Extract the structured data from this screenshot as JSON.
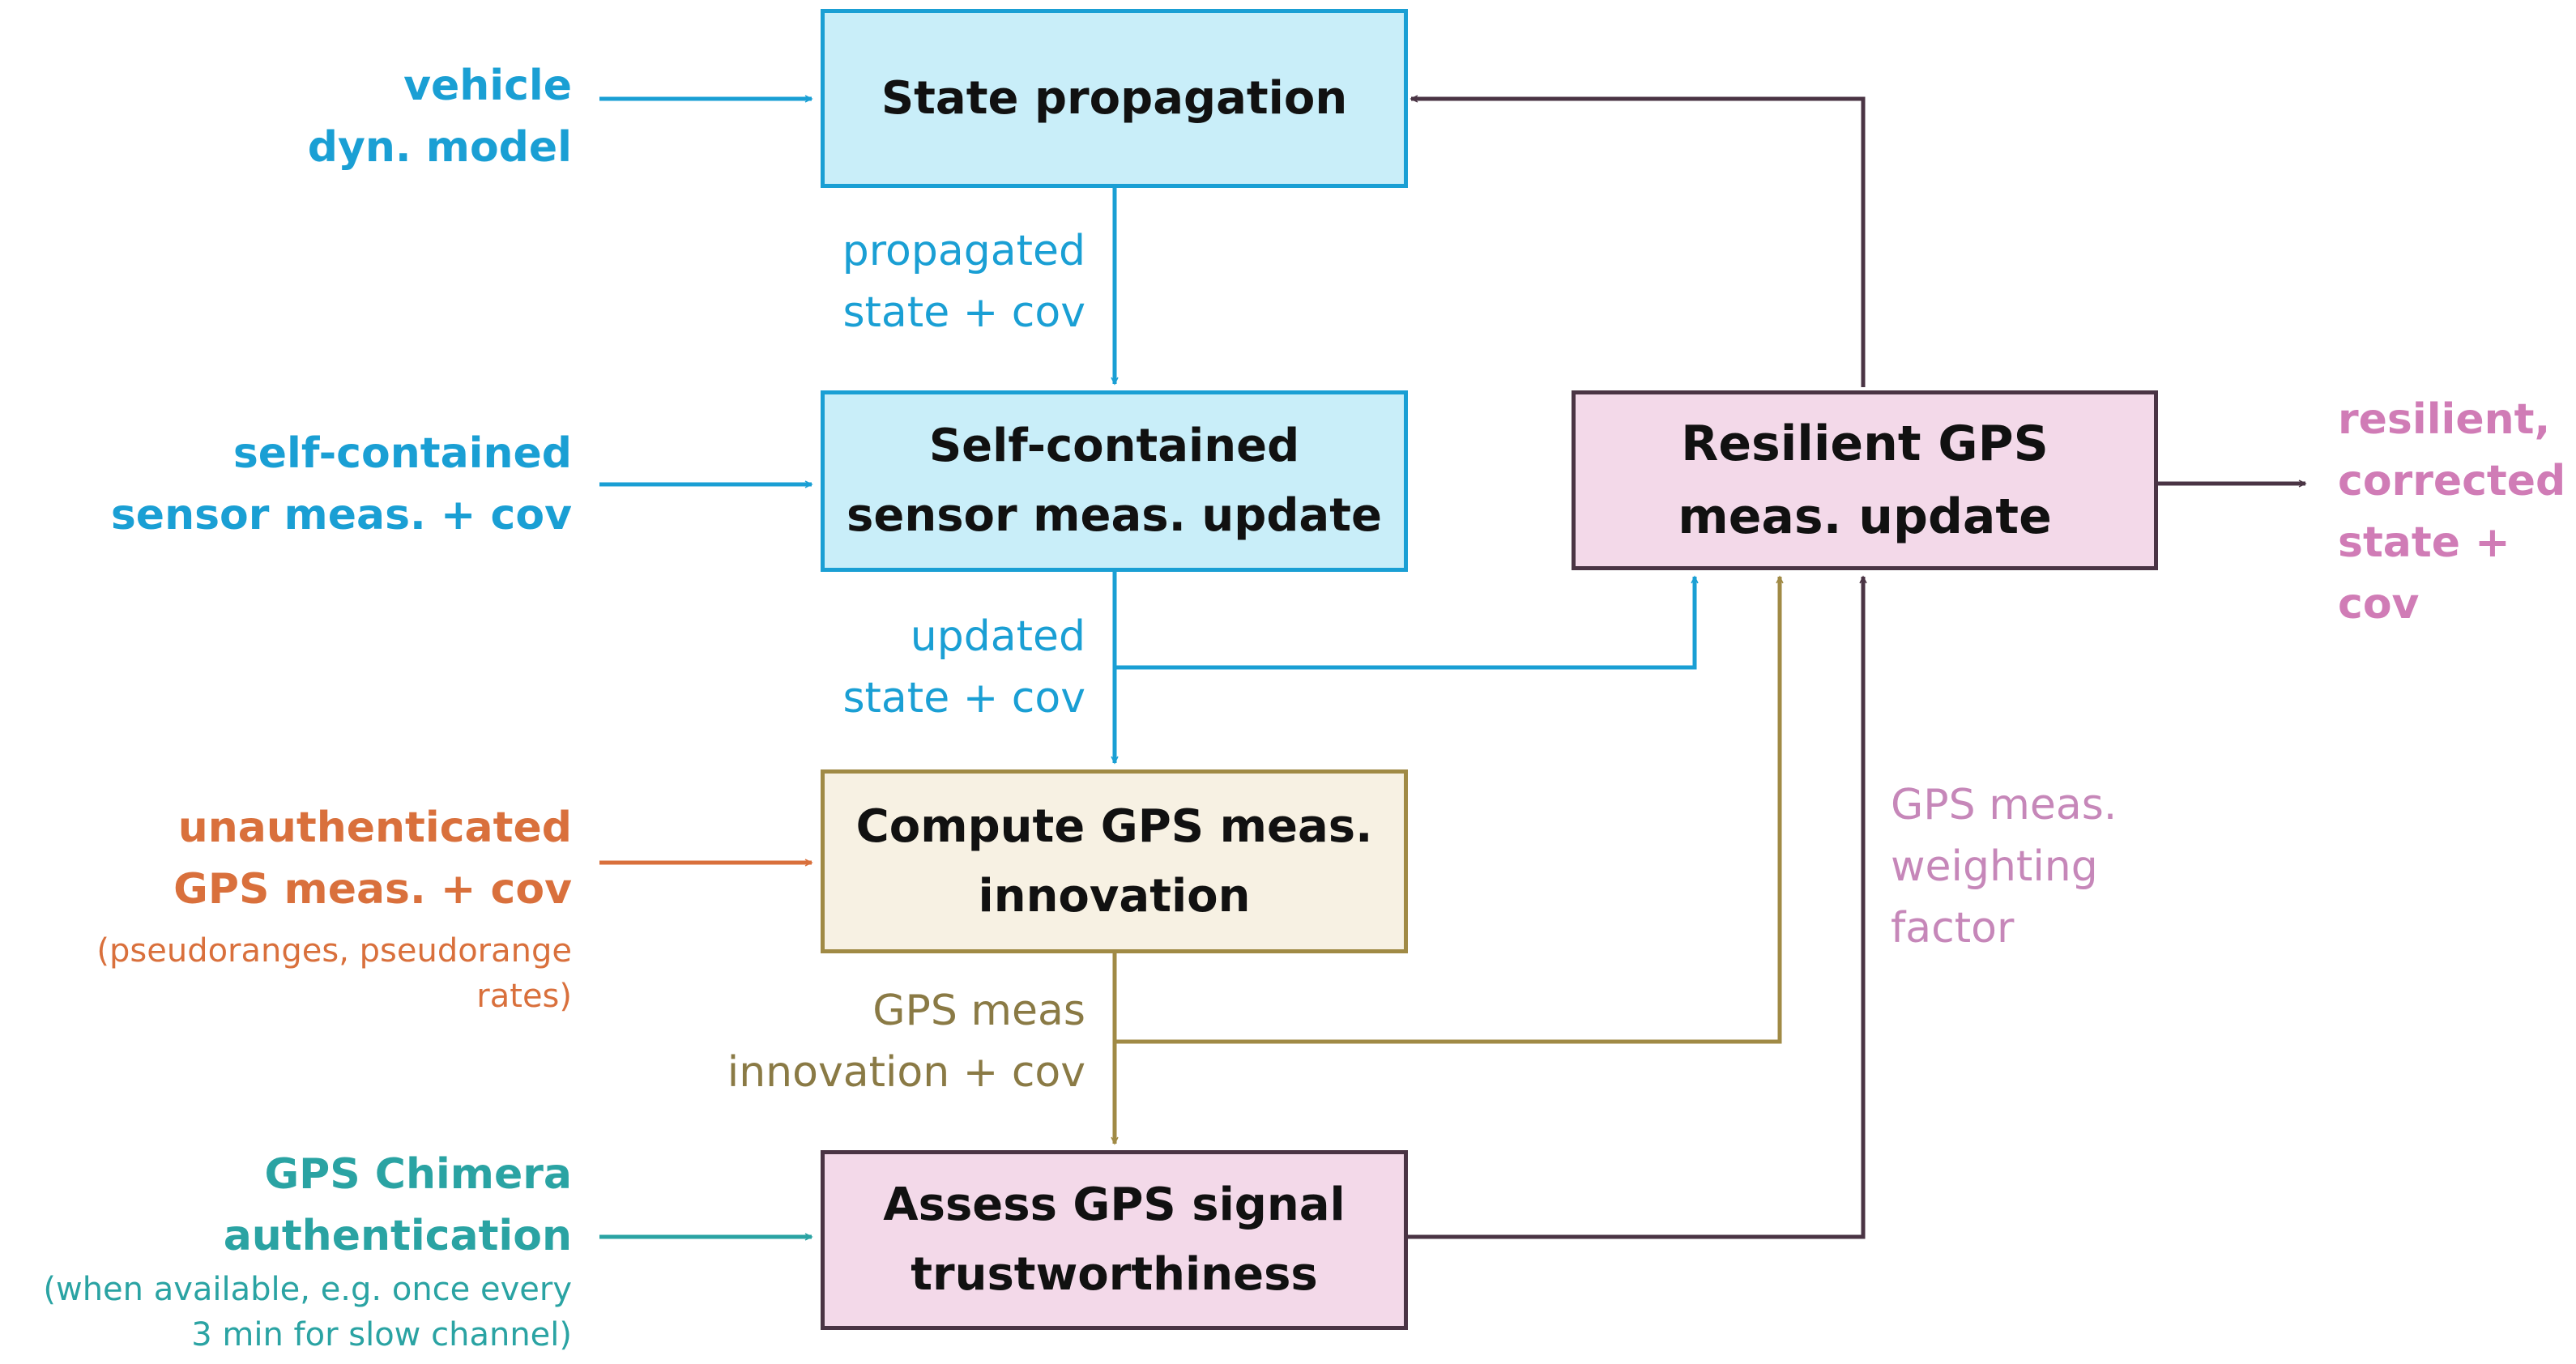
{
  "colors": {
    "blue": "#1a9fd4",
    "orange": "#d9703c",
    "teal": "#2aa3a3",
    "olive": "#a08a45",
    "pink": "#d07cb6",
    "dark": "#4a3444",
    "box_blue_fill": "#c9eef9",
    "box_tan_fill": "#f7f1e3",
    "box_pink_fill": "#f3d9e9"
  },
  "boxes": {
    "state_propagation": "State propagation",
    "sensor_update": "Self-contained\nsensor meas. update",
    "compute_innovation": "Compute GPS meas.\ninnovation",
    "assess_trust": "Assess GPS signal\ntrustworthiness",
    "resilient_update": "Resilient GPS\nmeas. update"
  },
  "inputs": {
    "vehicle_model": "vehicle\ndyn. model",
    "sensor_meas": "self-contained\nsensor meas. + cov",
    "unauth_gps": "unauthenticated\nGPS meas. + cov",
    "unauth_gps_note": "(pseudoranges, pseudorange rates)",
    "chimera": "GPS Chimera\nauthentication",
    "chimera_note": "(when available, e.g. once every\n3 min for slow channel)"
  },
  "flow_labels": {
    "propagated": "propagated\nstate + cov",
    "updated": "updated\nstate + cov",
    "innovation": "GPS meas\ninnovation + cov",
    "weighting": "GPS meas.\nweighting\nfactor"
  },
  "output": {
    "resilient": "resilient,\ncorrected\nstate + cov"
  }
}
